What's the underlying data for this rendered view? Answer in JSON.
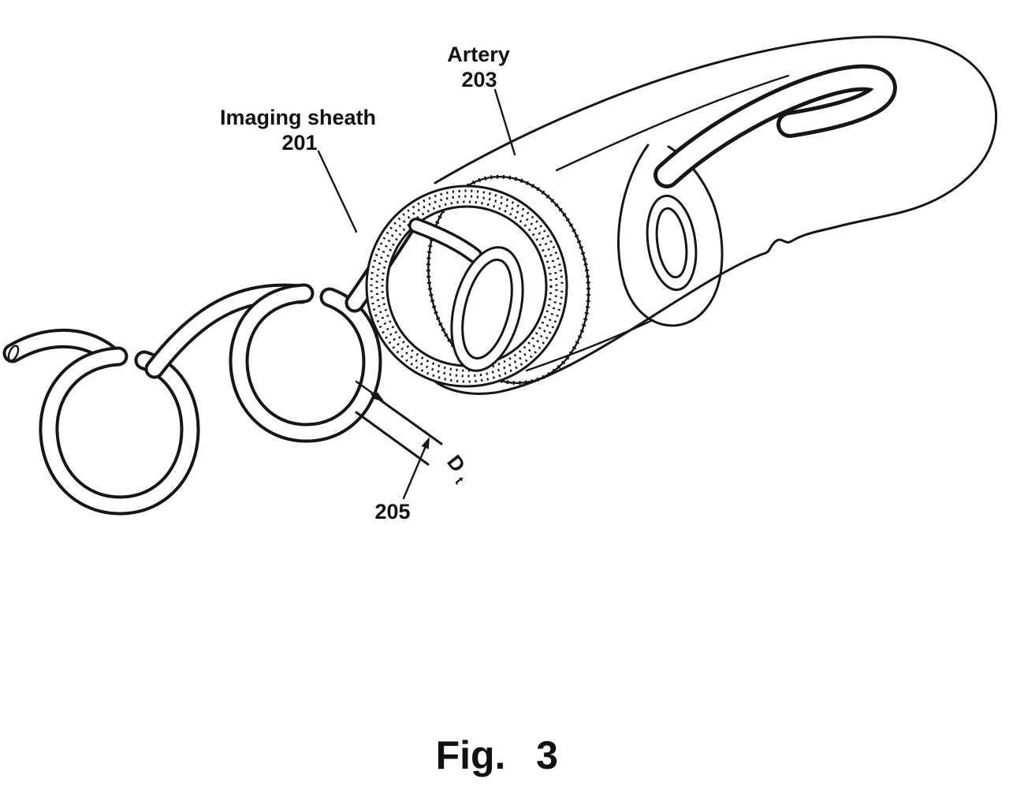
{
  "figure": {
    "labels": {
      "artery": {
        "name": "Artery",
        "number": "203"
      },
      "sheath": {
        "name": "Imaging sheath",
        "number": "201"
      },
      "dimension": {
        "number": "205",
        "letter": "D",
        "subscript": "t"
      }
    },
    "caption": {
      "word": "Fig.",
      "number": "3"
    }
  }
}
